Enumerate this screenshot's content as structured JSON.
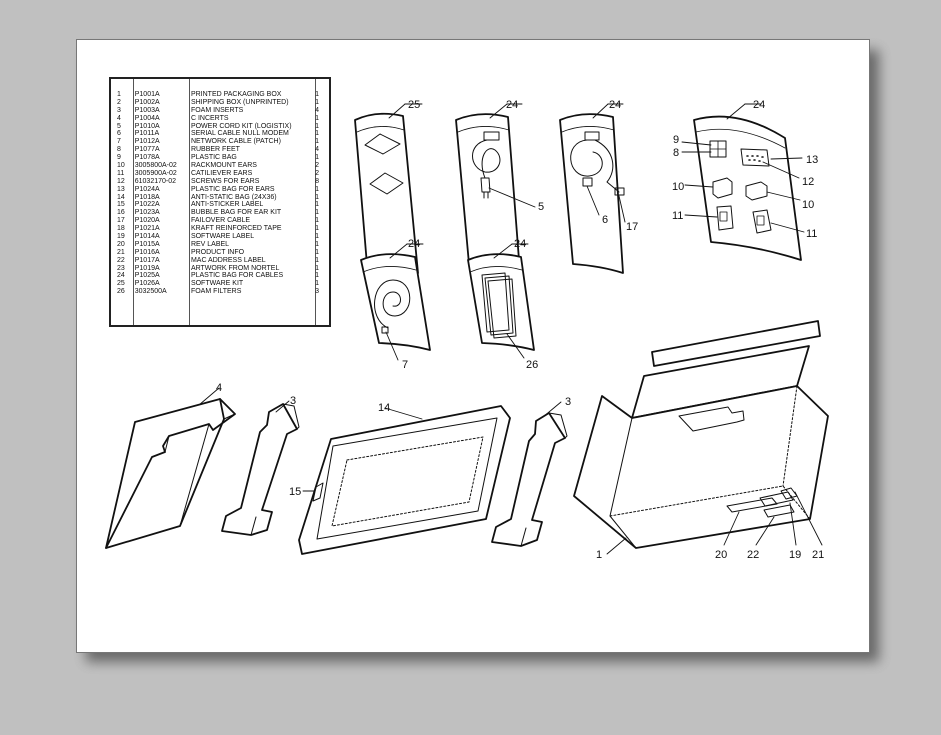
{
  "callouts": {
    "c25": "25",
    "c24": "24",
    "c5": "5",
    "c6": "6",
    "c17": "17",
    "c9": "9",
    "c8": "8",
    "c13": "13",
    "c12": "12",
    "c10": "10",
    "c11": "11",
    "c7": "7",
    "c26": "26",
    "c4": "4",
    "c3": "3",
    "c14": "14",
    "c15": "15",
    "c1": "1",
    "c20": "20",
    "c22": "22",
    "c19": "19",
    "c21": "21"
  },
  "parts": [
    {
      "num": "1",
      "pn": "P1001A",
      "desc": "PRINTED PACKAGING BOX",
      "qty": "1"
    },
    {
      "num": "2",
      "pn": "P1002A",
      "desc": "SHIPPING BOX (UNPRINTED)",
      "qty": "1"
    },
    {
      "num": "3",
      "pn": "P1003A",
      "desc": "FOAM INSERTS",
      "qty": "4"
    },
    {
      "num": "4",
      "pn": "P1004A",
      "desc": "C INCERTS",
      "qty": "1"
    },
    {
      "num": "5",
      "pn": "P1010A",
      "desc": "POWER CORD KIT (LOGISTIX)",
      "qty": "1"
    },
    {
      "num": "6",
      "pn": "P1011A",
      "desc": "SERIAL CABLE NULL MODEM",
      "qty": "1"
    },
    {
      "num": "7",
      "pn": "P1012A",
      "desc": "NETWORK CABLE (PATCH)",
      "qty": "1"
    },
    {
      "num": "8",
      "pn": "P1077A",
      "desc": "RUBBER FEET",
      "qty": "4"
    },
    {
      "num": "9",
      "pn": "P1078A",
      "desc": "PLASTIC BAG",
      "qty": "1"
    },
    {
      "num": "10",
      "pn": "3005800A-02",
      "desc": "RACKMOUNT EARS",
      "qty": "2"
    },
    {
      "num": "11",
      "pn": "3005900A-02",
      "desc": "CATILIEVER EARS",
      "qty": "2"
    },
    {
      "num": "12",
      "pn": "61032170-02",
      "desc": "SCREWS FOR EARS",
      "qty": "8"
    },
    {
      "num": "13",
      "pn": "P1024A",
      "desc": "PLASTIC BAG FOR EARS",
      "qty": "1"
    },
    {
      "num": "14",
      "pn": "P1018A",
      "desc": "ANTI-STATIC BAG (24X36)",
      "qty": "1"
    },
    {
      "num": "15",
      "pn": "P1022A",
      "desc": "ANTI-STICKER LABEL",
      "qty": "1"
    },
    {
      "num": "16",
      "pn": "P1023A",
      "desc": "BUBBLE BAG FOR EAR KIT",
      "qty": "1"
    },
    {
      "num": "17",
      "pn": "P1020A",
      "desc": "FAILOVER CABLE",
      "qty": "1"
    },
    {
      "num": "18",
      "pn": "P1021A",
      "desc": "KRAFT REINFORCED TAPE",
      "qty": "1"
    },
    {
      "num": "19",
      "pn": "P1014A",
      "desc": "SOFTWARE LABEL",
      "qty": "1"
    },
    {
      "num": "20",
      "pn": "P1015A",
      "desc": "REV LABEL",
      "qty": "1"
    },
    {
      "num": "21",
      "pn": "P1016A",
      "desc": "PRODUCT INFO",
      "qty": "1"
    },
    {
      "num": "22",
      "pn": "P1017A",
      "desc": "MAC ADDRESS LABEL",
      "qty": "1"
    },
    {
      "num": "23",
      "pn": "P1019A",
      "desc": "ARTWORK FROM NORTEL",
      "qty": "1"
    },
    {
      "num": "24",
      "pn": "P1025A",
      "desc": "PLASTIC BAG FOR CABLES",
      "qty": "1"
    },
    {
      "num": "25",
      "pn": "P1026A",
      "desc": "SOFTWARE KIT",
      "qty": "1"
    },
    {
      "num": "26",
      "pn": "3032500A",
      "desc": "FOAM FILTERS",
      "qty": "3"
    }
  ]
}
